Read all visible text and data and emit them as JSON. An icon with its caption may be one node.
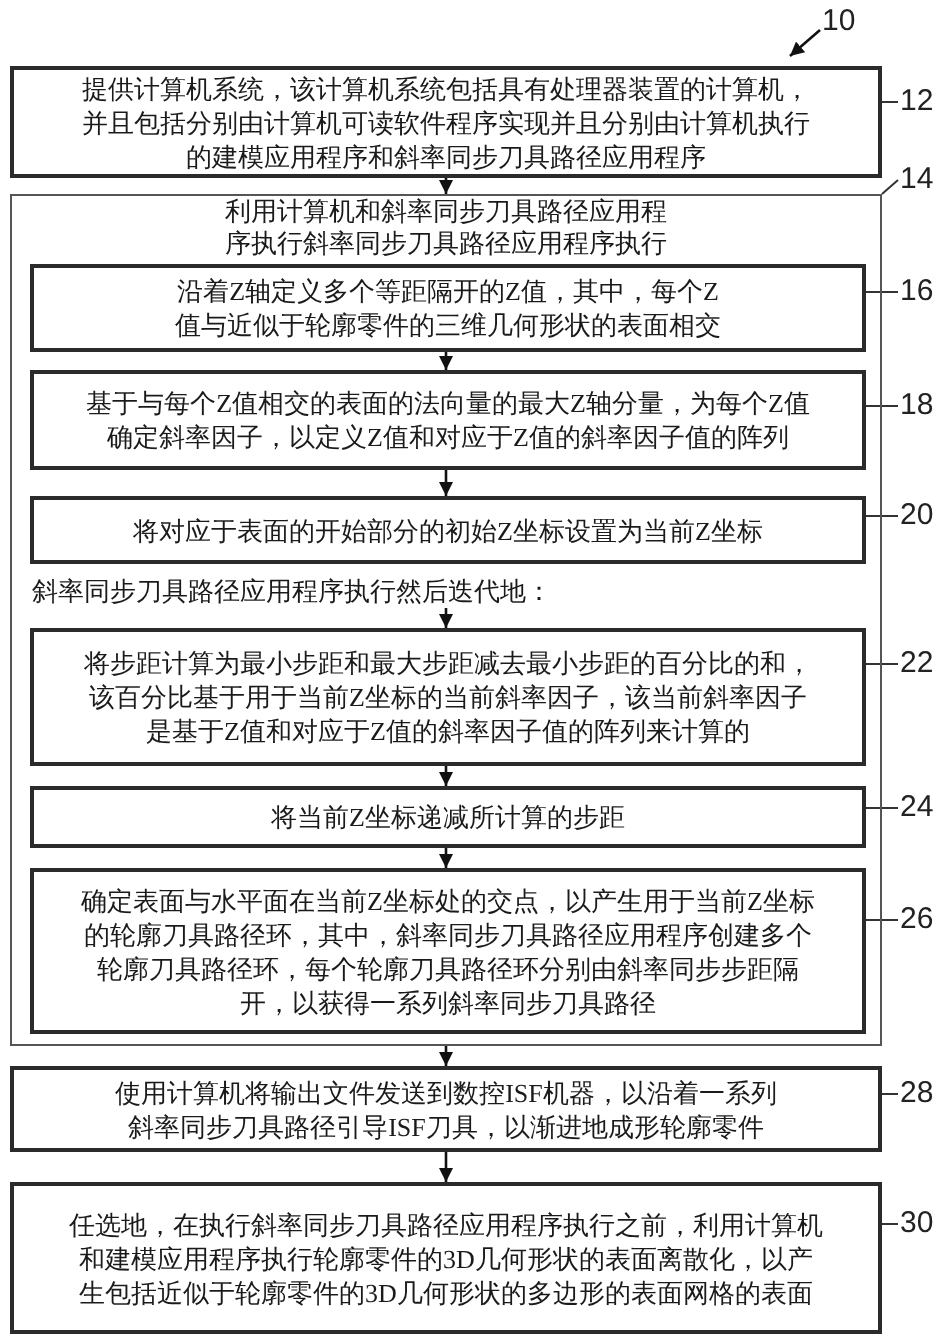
{
  "diagram": {
    "nodes": [
      {
        "text": [
          "10"
        ]
      },
      {
        "text": [
          "提供计算机系统，该计算机系统包括具有处理器装置的计算机，并且包括分别由计算机可读软件程序实现并且分别由计算机执行的建模应用程序和斜率同步刀具路径应用程序"
        ]
      },
      {
        "text": [
          "12"
        ]
      },
      {
        "text": [
          "利用计算机和斜率同步刀具路径应用程序执行斜率同步刀具路径应用程序执行"
        ]
      },
      {
        "text": [
          "14"
        ]
      },
      {
        "text": [
          "沿着Z轴定义多个等距隔开的Z值，其中，每个Z值与近似于轮廓零件的三维几何形状的表面相交"
        ],
        "in": 3
      },
      {
        "text": [
          "16"
        ]
      },
      {
        "text": [
          "基于与每个Z值相交的表面的法向量的最大Z轴分量，为每个Z值确定斜率因子，以定义Z值和对应于Z值的斜率因子值的阵列"
        ],
        "in": 3
      },
      {
        "text": [
          "18"
        ]
      },
      {
        "text": [
          "将对应于表面的开始部分的初始Z坐标设置为当前Z坐标"
        ],
        "in": 3
      },
      {
        "text": [
          "20"
        ]
      },
      {
        "text": [
          "斜率同步刀具路径应用程序执行然后迭代地："
        ],
        "in": 3
      },
      {
        "text": [
          "将步距计算为最小步距和最大步距减去最小步距的百分比的和，该百分比基于用于当前Z坐标的当前斜率因子，该当前斜率因子是基于Z值和对应于Z值的斜率因子值的阵列来计算的"
        ],
        "in": 3
      },
      {
        "text": [
          "22"
        ]
      },
      {
        "text": [
          "将当前Z坐标递减所计算的步距"
        ],
        "in": 3
      },
      {
        "text": [
          "24"
        ]
      },
      {
        "text": [
          "确定表面与水平面在当前Z坐标处的交点，以产生用于当前Z坐标的轮廓刀具路径环，其中，斜率同步刀具路径应用程序创建多个轮廓刀具路径环，每个轮廓刀具路径环分别由斜率同步步距隔开，以获得一系列斜率同步刀具路径"
        ],
        "in": 3
      },
      {
        "text": [
          "26"
        ]
      },
      {
        "text": [
          "使用计算机将输出文件发送到数控ISF机器，以沿着一系列斜率同步刀具路径引导ISF刀具，以渐进地成形轮廓零件"
        ]
      },
      {
        "text": [
          "28"
        ]
      },
      {
        "text": [
          "任选地，在执行斜率同步刀具路径应用程序执行之前，利用计算机和建模应用程序执行轮廓零件的3D几何形状的表面离散化，以产生包括近似于轮廓零件的3D几何形状的多边形的表面网格的表面"
        ]
      },
      {
        "text": [
          "30"
        ]
      }
    ],
    "edges": [
      {
        "from": 0,
        "to": null,
        "arrow": "to"
      },
      {
        "from": 2,
        "to": 1,
        "arrow": "none"
      },
      {
        "from": 1,
        "to": 3,
        "arrow": "to"
      },
      {
        "from": 4,
        "to": 3,
        "arrow": "none"
      },
      {
        "from": 6,
        "to": 5,
        "arrow": "none"
      },
      {
        "from": 5,
        "to": 7,
        "arrow": "to"
      },
      {
        "from": 8,
        "to": 7,
        "arrow": "none"
      },
      {
        "from": 7,
        "to": 9,
        "arrow": "to"
      },
      {
        "from": 10,
        "to": 9,
        "arrow": "none"
      },
      {
        "from": 11,
        "to": 12,
        "arrow": "to"
      },
      {
        "from": 13,
        "to": 12,
        "arrow": "none"
      },
      {
        "from": 12,
        "to": 14,
        "arrow": "to"
      },
      {
        "from": 15,
        "to": 14,
        "arrow": "none"
      },
      {
        "from": 14,
        "to": 16,
        "arrow": "to"
      },
      {
        "from": 17,
        "to": 16,
        "arrow": "none"
      },
      {
        "from": 3,
        "to": 18,
        "arrow": "to"
      },
      {
        "from": 19,
        "to": 18,
        "arrow": "none"
      },
      {
        "from": 18,
        "to": 20,
        "arrow": "to"
      },
      {
        "from": 21,
        "to": 20,
        "arrow": "none"
      }
    ]
  }
}
